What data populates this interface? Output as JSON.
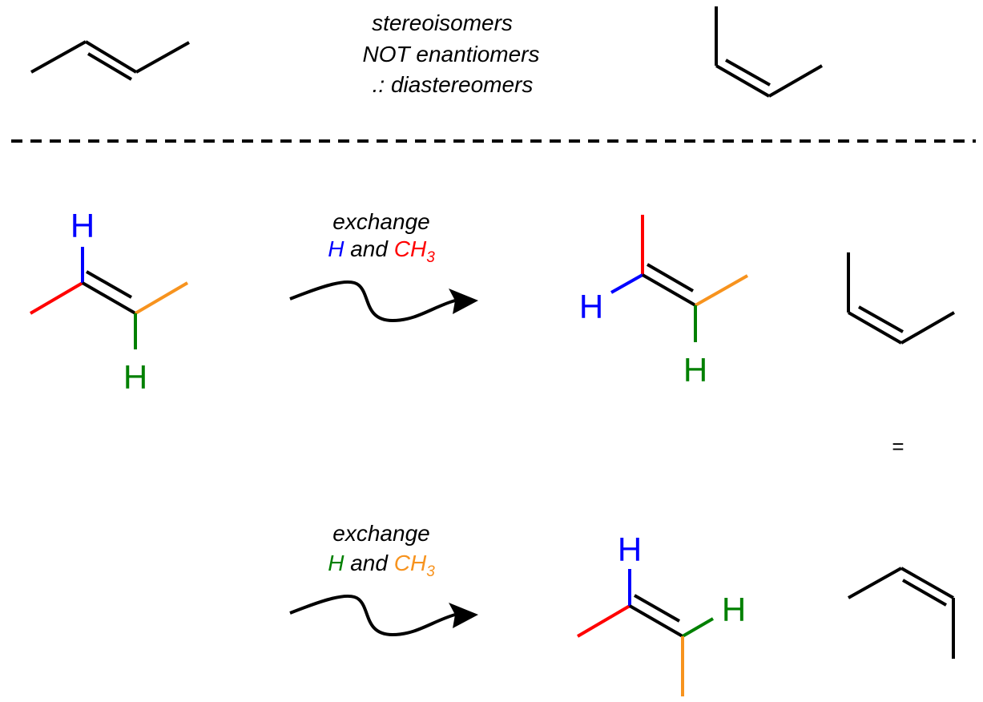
{
  "top_text": {
    "line1": "stereoisomers",
    "line2": "NOT enantiomers",
    "line3": ".: diastereomers"
  },
  "exchange1": {
    "word": "exchange",
    "h": "H",
    "and": "and",
    "ch": "CH",
    "sub": "3",
    "h_color": "#0000ff",
    "ch_color": "#ff0000"
  },
  "exchange2": {
    "word": "exchange",
    "h": "H",
    "and": "and",
    "ch": "CH",
    "sub": "3",
    "h_color": "#008000",
    "ch_color": "#f7931e"
  },
  "atoms": {
    "h": "H"
  },
  "equals": "=",
  "colors": {
    "black": "#000000",
    "blue": "#0000ff",
    "red": "#ff0000",
    "green": "#008000",
    "orange": "#f7931e"
  }
}
